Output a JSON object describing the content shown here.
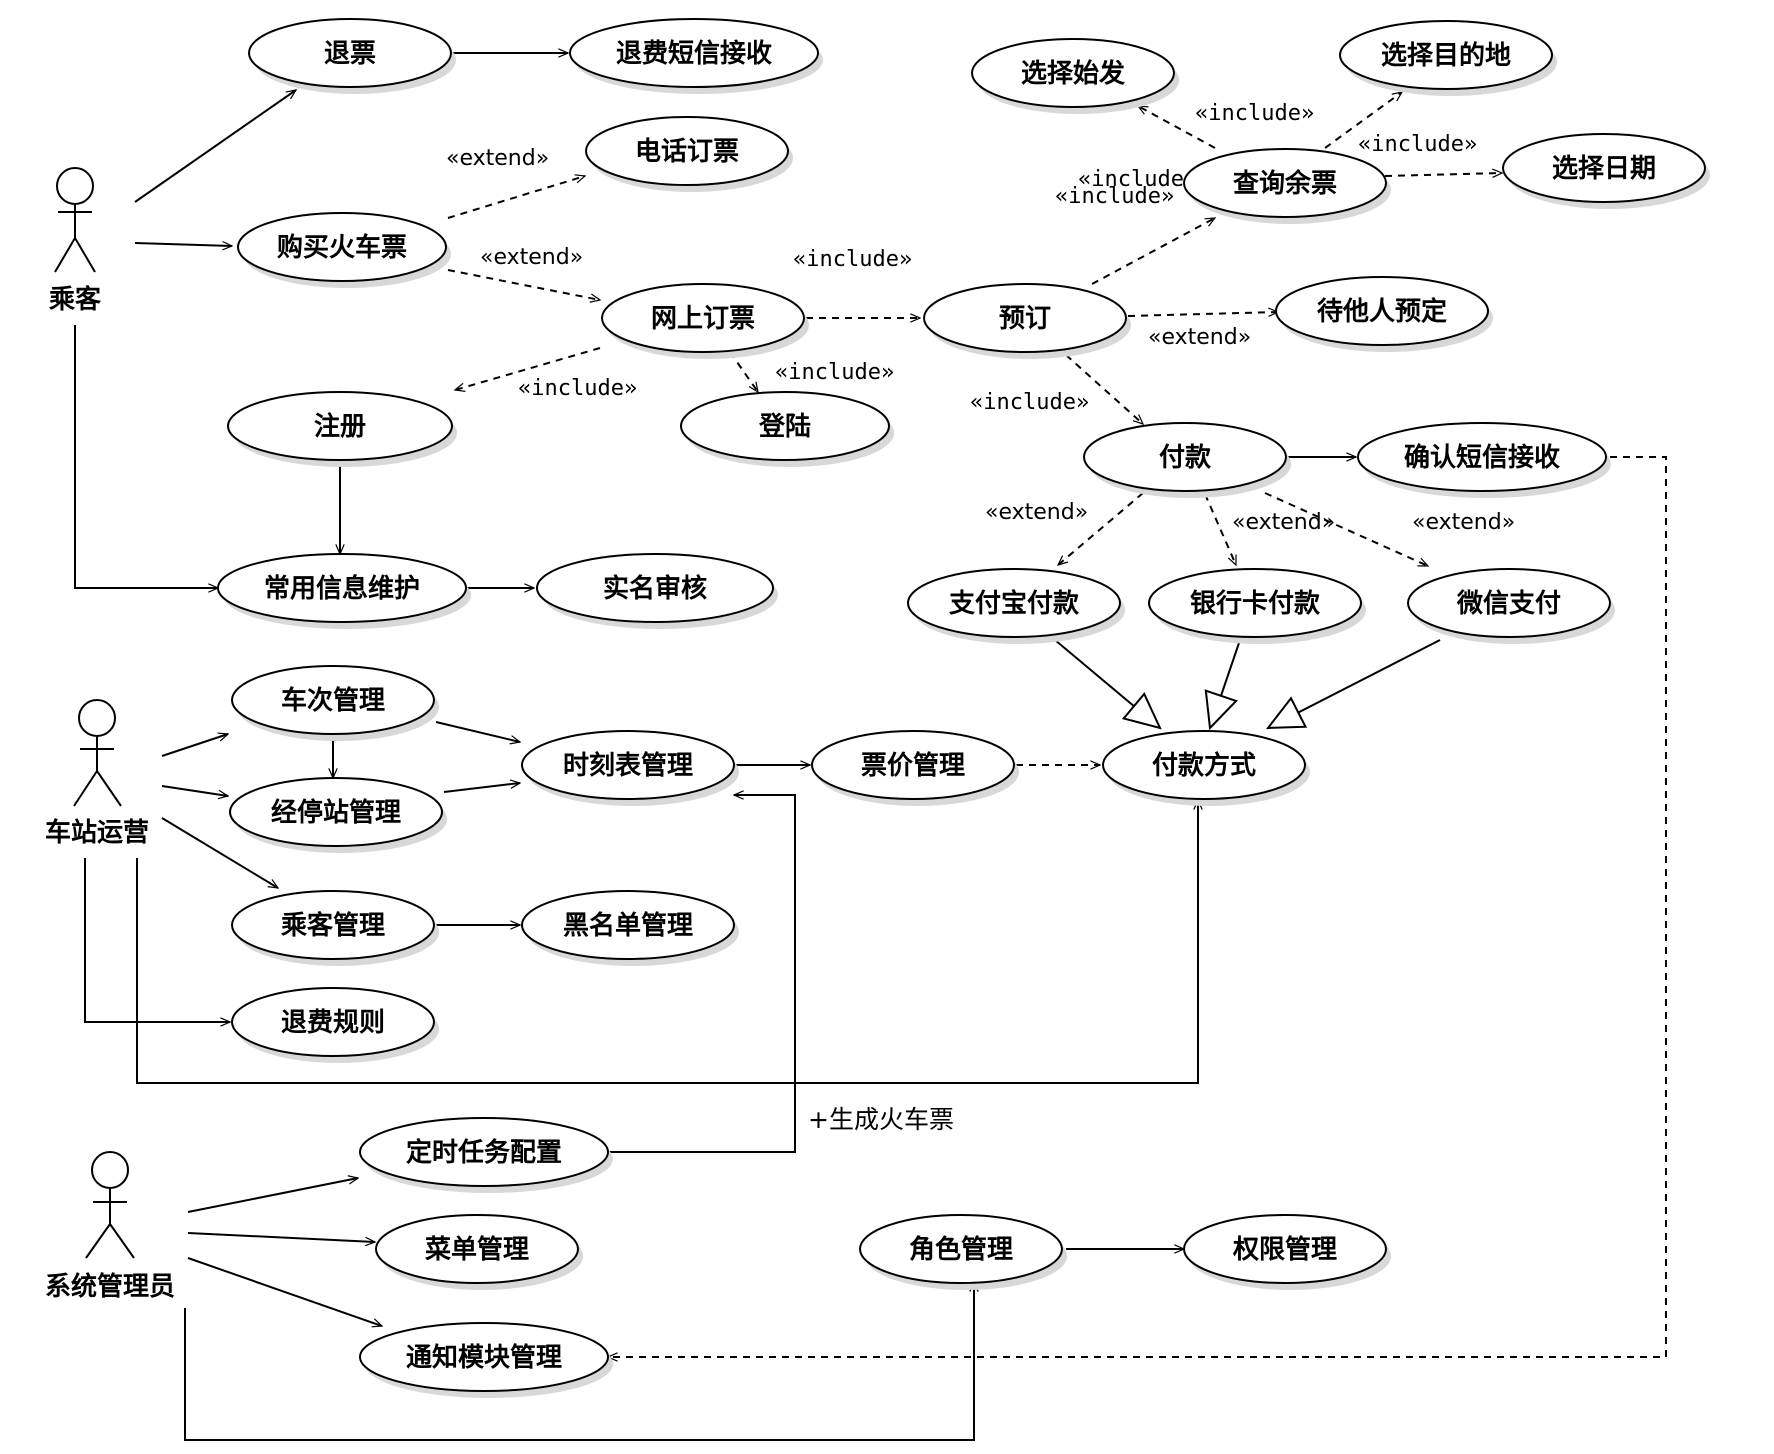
{
  "actors": {
    "passenger": "乘客",
    "station": "车站运营",
    "admin": "系统管理员"
  },
  "use_cases": {
    "refund": "退票",
    "refund_sms": "退费短信接收",
    "phone_booking": "电话订票",
    "buy_ticket": "购买火车票",
    "online_booking": "网上订票",
    "register": "注册",
    "login": "登陆",
    "info_maintain": "常用信息维护",
    "realname": "实名审核",
    "select_start": "选择始发",
    "select_dest": "选择目的地",
    "select_date": "选择日期",
    "query_tickets": "查询余票",
    "reserve": "预订",
    "wait_reserve": "待他人预定",
    "pay": "付款",
    "confirm_sms": "确认短信接收",
    "alipay": "支付宝付款",
    "bankcard": "银行卡付款",
    "wechat": "微信支付",
    "pay_method": "付款方式",
    "train_mgmt": "车次管理",
    "stop_mgmt": "经停站管理",
    "timetable_mgmt": "时刻表管理",
    "price_mgmt": "票价管理",
    "passenger_mgmt": "乘客管理",
    "blacklist_mgmt": "黑名单管理",
    "refund_rules": "退费规则",
    "scheduled_task": "定时任务配置",
    "menu_mgmt": "菜单管理",
    "notify_mgmt": "通知模块管理",
    "role_mgmt": "角色管理",
    "perm_mgmt": "权限管理"
  },
  "stereotypes": {
    "extend": "«extend»",
    "include": "«include»"
  },
  "notes": {
    "generate_ticket": "+生成火车票"
  }
}
